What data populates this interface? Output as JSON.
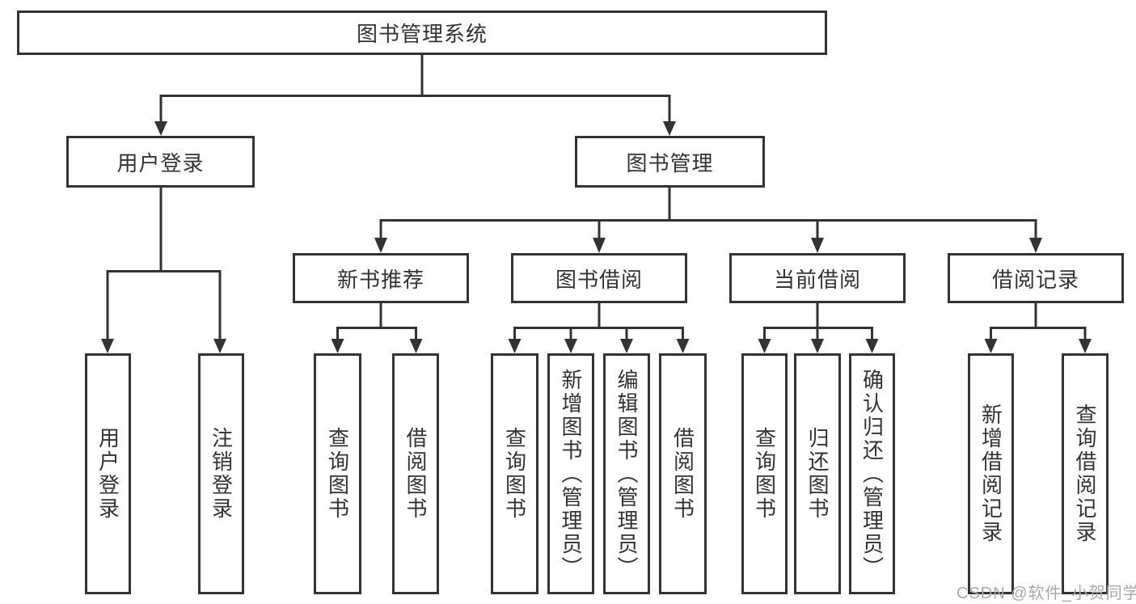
{
  "diagram": {
    "watermark": "CSDN @软件_小贺同学",
    "colors": {
      "line": "#333333",
      "box_border": "#333333",
      "box_fill": "#ffffff",
      "text": "#333333",
      "watermark": "#a8a8a8"
    },
    "tree": {
      "label": "图书管理系统",
      "children": [
        {
          "label": "用户登录",
          "children": [
            {
              "label": "用户登录"
            },
            {
              "label": "注销登录"
            }
          ]
        },
        {
          "label": "图书管理",
          "children": [
            {
              "label": "新书推荐",
              "children": [
                {
                  "label": "查询图书"
                },
                {
                  "label": "借阅图书"
                }
              ]
            },
            {
              "label": "图书借阅",
              "children": [
                {
                  "label": "查询图书"
                },
                {
                  "label": "新增图书（管理员）"
                },
                {
                  "label": "编辑图书（管理员）"
                },
                {
                  "label": "借阅图书"
                }
              ]
            },
            {
              "label": "当前借阅",
              "children": [
                {
                  "label": "查询图书"
                },
                {
                  "label": "归还图书"
                },
                {
                  "label": "确认归还（管理员）"
                }
              ]
            },
            {
              "label": "借阅记录",
              "children": [
                {
                  "label": "新增借阅记录"
                },
                {
                  "label": "查询借阅记录"
                }
              ]
            }
          ]
        }
      ]
    }
  }
}
